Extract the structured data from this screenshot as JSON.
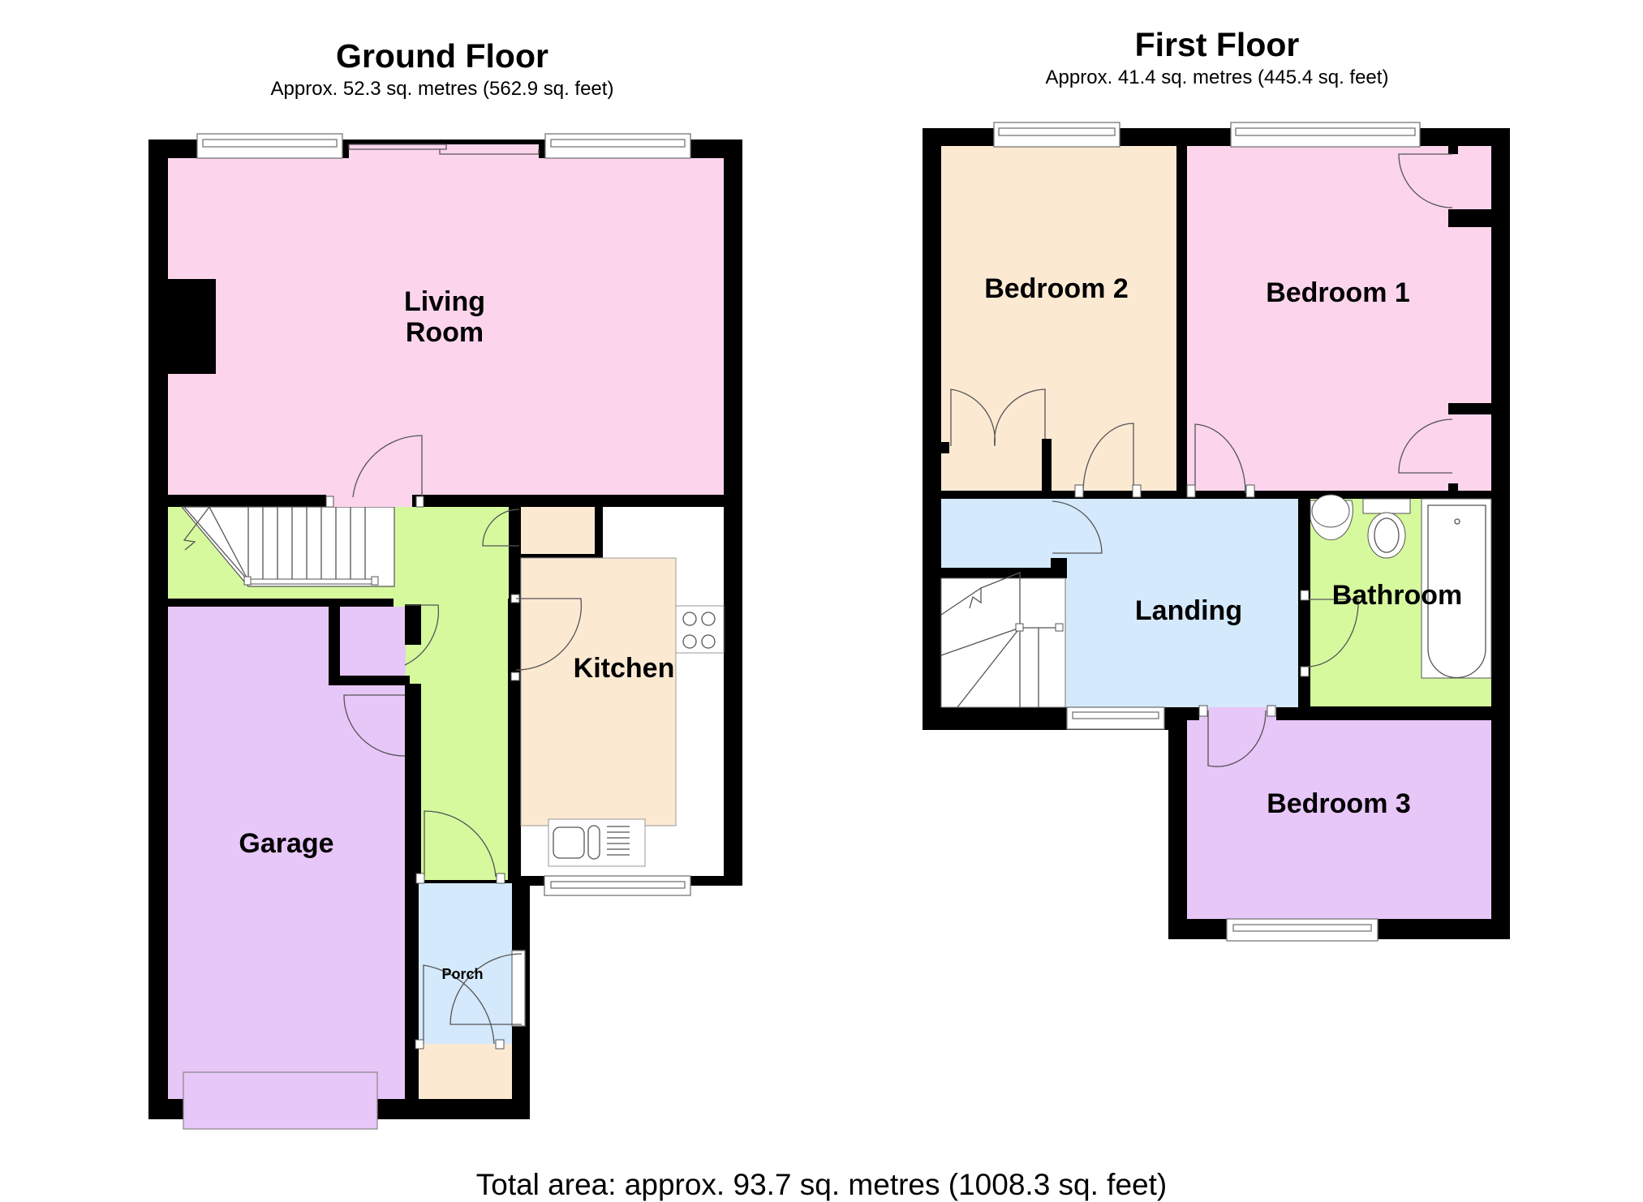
{
  "ground_floor": {
    "title": "Ground Floor",
    "area": "Approx. 52.3 sq. metres (562.9 sq. feet)",
    "rooms": {
      "living_room_line1": "Living",
      "living_room_line2": "Room",
      "kitchen": "Kitchen",
      "garage": "Garage",
      "porch": "Porch"
    }
  },
  "first_floor": {
    "title": "First Floor",
    "area": "Approx. 41.4 sq. metres (445.4 sq. feet)",
    "rooms": {
      "bedroom_1": "Bedroom 1",
      "bedroom_2": "Bedroom 2",
      "bedroom_3": "Bedroom 3",
      "landing": "Landing",
      "bathroom": "Bathroom"
    }
  },
  "total_area": "Total area: approx. 93.7 sq. metres (1008.3 sq. feet)",
  "colors": {
    "living_room": "#fcd4ec",
    "hall": "#d6f99e",
    "kitchen": "#fce9d2",
    "garage": "#e7c6f8",
    "porch": "#d4e9fb",
    "bedroom_1": "#fcd4ec",
    "bedroom_2": "#fce9d2",
    "bedroom_3": "#e7c6f8",
    "landing": "#d4e9fb",
    "bathroom": "#d6f99e",
    "wall": "#000000"
  }
}
